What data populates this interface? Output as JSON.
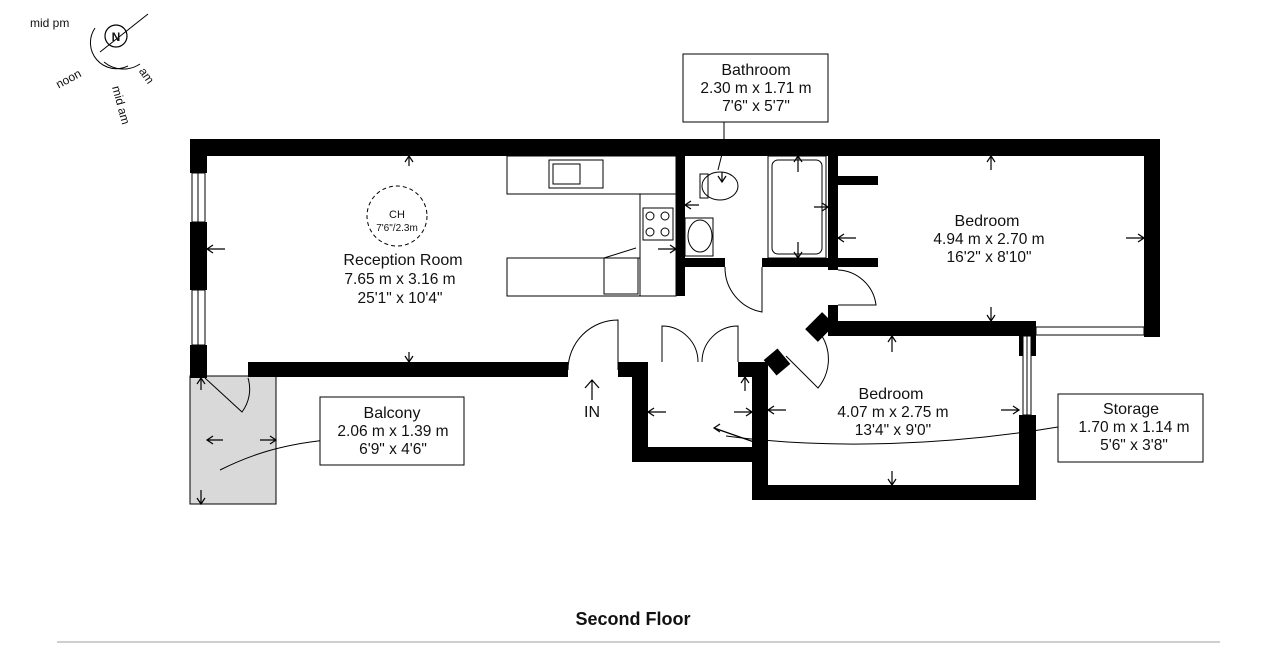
{
  "compass": {
    "north_letter": "N",
    "labels": [
      "mid pm",
      "noon",
      "mid am",
      "am"
    ]
  },
  "rooms": {
    "reception": {
      "name": "Reception Room",
      "metric": "7.65 m x 3.16 m",
      "imperial": "25'1\" x 10'4\""
    },
    "bathroom": {
      "name": "Bathroom",
      "metric": "2.30 m x 1.71 m",
      "imperial": "7'6\" x 5'7\""
    },
    "bedroom1": {
      "name": "Bedroom",
      "metric": "4.94 m x 2.70 m",
      "imperial": "16'2\" x 8'10\""
    },
    "bedroom2": {
      "name": "Bedroom",
      "metric": "4.07 m x 2.75 m",
      "imperial": "13'4\" x 9'0\""
    },
    "balcony": {
      "name": "Balcony",
      "metric": "2.06 m x 1.39 m",
      "imperial": "6'9\" x 4'6\""
    },
    "storage": {
      "name": "Storage",
      "metric": "1.70 m x 1.14 m",
      "imperial": "5'6\" x 3'8\""
    }
  },
  "ceiling": {
    "label": "CH",
    "value": "7'6\"/2.3m"
  },
  "entrance_label": "IN",
  "floor_title": "Second Floor"
}
